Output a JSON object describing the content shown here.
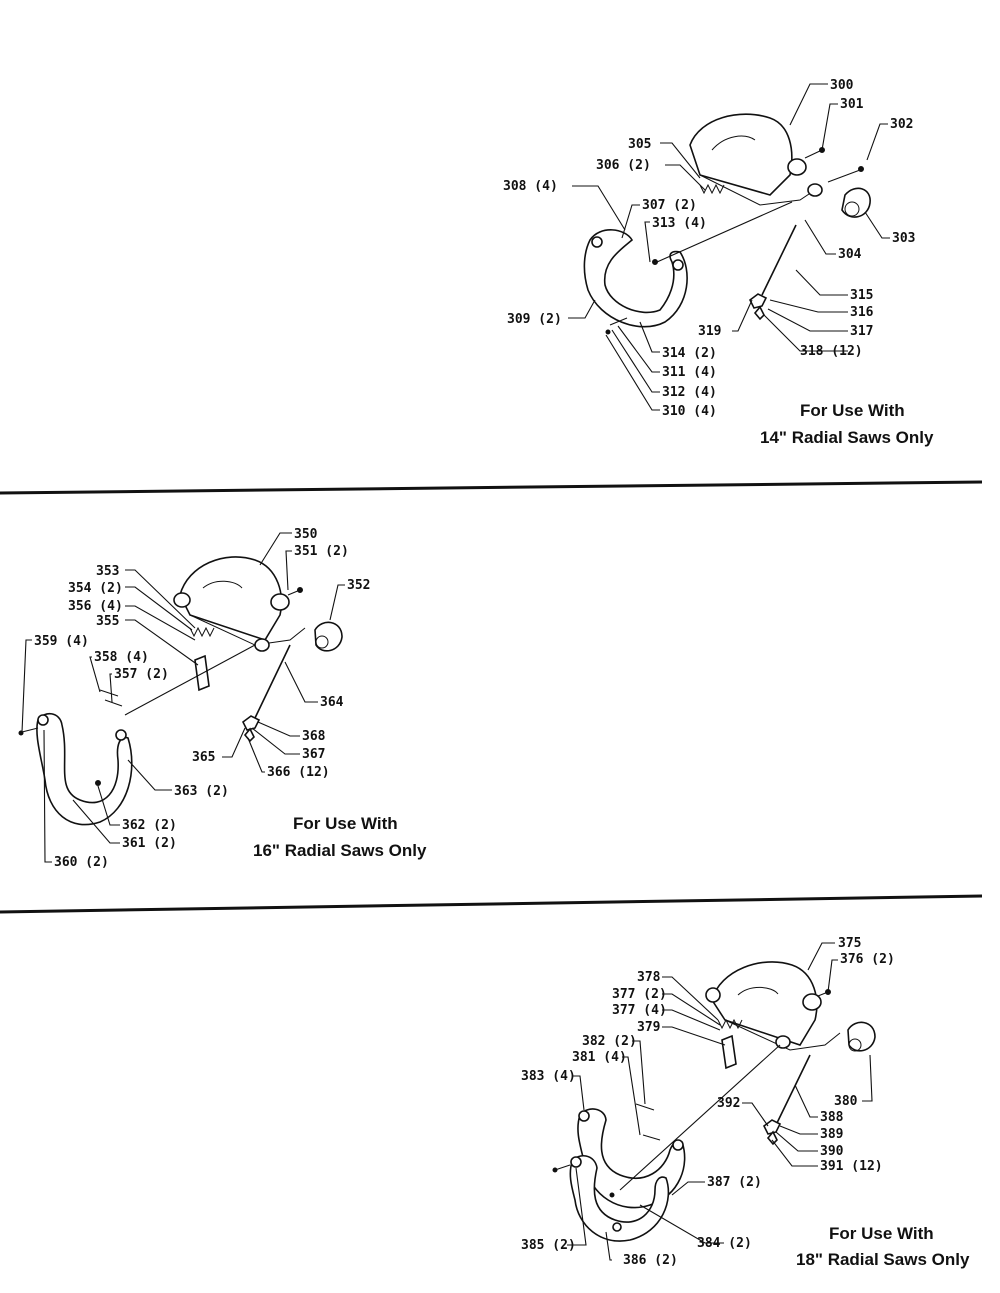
{
  "sections": [
    {
      "caption_line1": "For Use With",
      "caption_line2": "14\" Radial Saws Only",
      "labels": [
        "300",
        "301",
        "302",
        "303",
        "304",
        "305",
        "306 (2)",
        "307 (2)",
        "308 (4)",
        "309 (2)",
        "310 (4)",
        "311 (4)",
        "312 (4)",
        "313 (4)",
        "314 (2)",
        "315",
        "316",
        "317",
        "318 (12)",
        "319"
      ]
    },
    {
      "caption_line1": "For Use With",
      "caption_line2": "16\" Radial Saws Only",
      "labels": [
        "350",
        "351 (2)",
        "352",
        "353",
        "354 (2)",
        "355",
        "356 (4)",
        "357 (2)",
        "358 (4)",
        "359 (4)",
        "360 (2)",
        "361 (2)",
        "362 (2)",
        "363 (2)",
        "364",
        "365",
        "366 (12)",
        "367",
        "368"
      ]
    },
    {
      "caption_line1": "For Use With",
      "caption_line2": "18\" Radial Saws Only",
      "labels": [
        "375",
        "376 (2)",
        "377 (2)",
        "377 (4)",
        "378",
        "379",
        "380",
        "381 (4)",
        "382 (2)",
        "383 (4)",
        "384 (2)",
        "385 (2)",
        "386 (2)",
        "387 (2)",
        "388",
        "389",
        "390",
        "391 (12)",
        "392"
      ]
    }
  ]
}
